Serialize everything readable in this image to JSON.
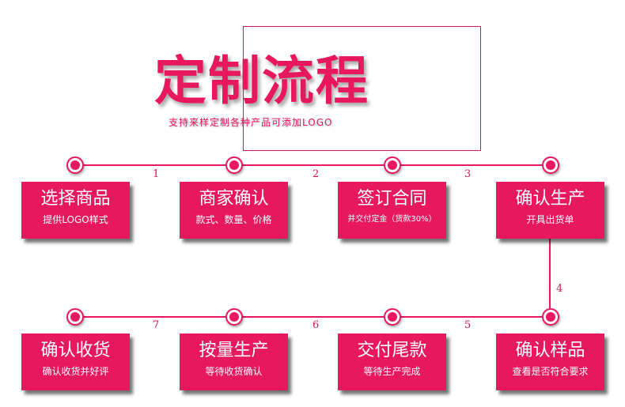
{
  "title": "定制流程",
  "subtitle": "支持来样定制各种产品可添加LOGO",
  "colors": {
    "accent": "#e8185f"
  },
  "steps_top": [
    {
      "title": "选择商品",
      "sub": "提供LOGO样式"
    },
    {
      "title": "商家确认",
      "sub": "款式、数量、价格"
    },
    {
      "title": "签订合同",
      "sub": "并交付定金（货款30%）"
    },
    {
      "title": "确认生产",
      "sub": "开具出货单"
    }
  ],
  "steps_bottom": [
    {
      "title": "确认收货",
      "sub": "确认收货并好评"
    },
    {
      "title": "按量生产",
      "sub": "等待收货确认"
    },
    {
      "title": "交付尾款",
      "sub": "等待生产完成"
    },
    {
      "title": "确认样品",
      "sub": "查看是否符合要求"
    }
  ],
  "connector_numbers": [
    "1",
    "2",
    "3",
    "4",
    "5",
    "6",
    "7"
  ]
}
